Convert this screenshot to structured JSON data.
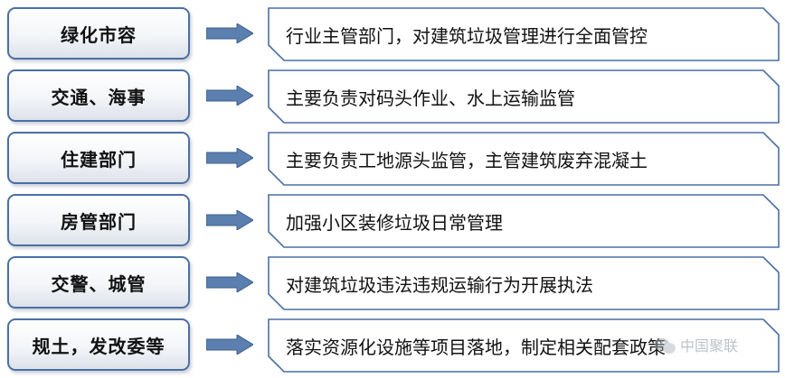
{
  "rows": [
    {
      "agency": "绿化市容",
      "duty": "行业主管部门，对建筑垃圾管理进行全面管控"
    },
    {
      "agency": "交通、海事",
      "duty": "主要负责对码头作业、水上运输监管"
    },
    {
      "agency": "住建部门",
      "duty": "主要负责工地源头监管，主管建筑废弃混凝土"
    },
    {
      "agency": "房管部门",
      "duty": "加强小区装修垃圾日常管理"
    },
    {
      "agency": "交警、城管",
      "duty": "对建筑垃圾违法违规运输行为开展执法"
    },
    {
      "agency": "规土，发改委等",
      "duty": "落实资源化设施等项目落地，制定相关配套政策"
    }
  ],
  "watermark": "中国聚联",
  "colors": {
    "border": "#4a6fa5",
    "arrow_fill": "#5b7fae",
    "box_shade": "#dde2ea"
  },
  "icons": {
    "arrow": "right-arrow-icon",
    "watermark": "wechat-logo-icon"
  }
}
